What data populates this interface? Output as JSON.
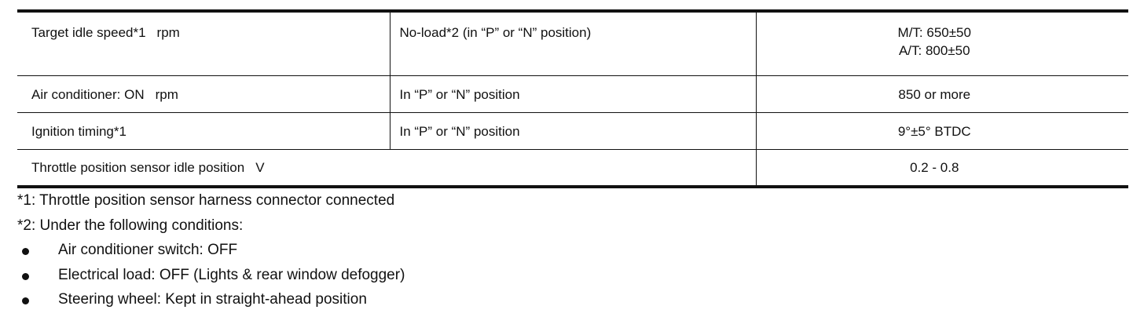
{
  "table": {
    "rows": [
      {
        "item": "Target idle speed*1",
        "unit": "rpm",
        "condition": "No-load*2 (in “P” or “N” position)",
        "values": [
          "M/T: 650±50",
          "A/T: 800±50"
        ]
      },
      {
        "item": "Air conditioner: ON",
        "unit": "rpm",
        "condition": "In “P” or “N” position",
        "values": [
          "850 or more"
        ]
      },
      {
        "item": "Ignition timing*1",
        "unit": "",
        "condition": "In “P” or “N” position",
        "values": [
          "9°±5° BTDC"
        ]
      },
      {
        "item": "Throttle position sensor idle position",
        "unit": "V",
        "condition": "",
        "values": [
          "0.2 - 0.8"
        ]
      }
    ]
  },
  "notes": {
    "note1": "*1: Throttle position sensor harness connector connected",
    "note2": "*2: Under the following conditions:",
    "bullets": [
      "Air conditioner switch: OFF",
      "Electrical load: OFF (Lights & rear window defogger)",
      "Steering wheel: Kept in straight-ahead position"
    ]
  }
}
